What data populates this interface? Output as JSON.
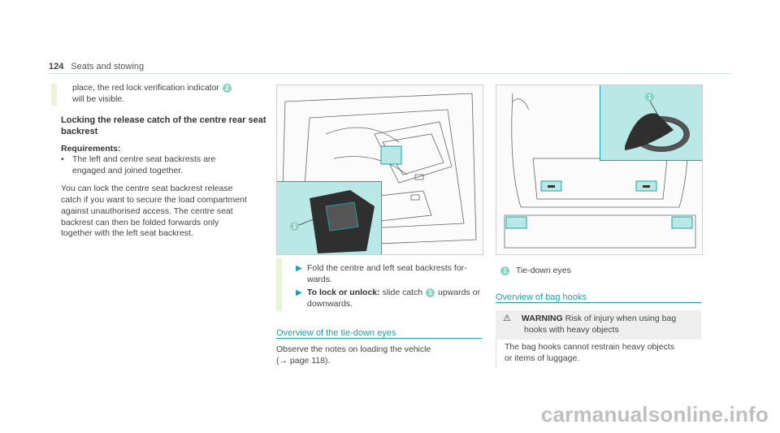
{
  "header": {
    "page_number": "124",
    "section": "Seats and stowing"
  },
  "col1": {
    "intro_line1": "place, the red lock verification indicator",
    "intro_badge": "2",
    "intro_line2": "will be visible.",
    "heading": "Locking the release catch of the centre rear seat backrest",
    "requirements_label": "Requirements:",
    "bullet_line1": "The left and centre seat backrests are",
    "bullet_line2": "engaged and joined together.",
    "para_lines": [
      "You can lock the centre seat backrest release",
      "catch if you want to secure the load compartment",
      "against unauthorised access. The centre seat",
      "backrest can then be folded forwards only",
      "together with the left seat backrest."
    ]
  },
  "col2": {
    "figure_badge": "1",
    "step1_line1": "Fold the centre and left seat backrests for-",
    "step1_line2": "wards.",
    "step2_label": "To lock or unlock:",
    "step2_text_a": " slide catch ",
    "step2_badge": "1",
    "step2_text_b": " upwards or",
    "step2_line2": "downwards.",
    "section_title": "Overview of the tie-down eyes",
    "observe_line1": "Observe the notes on loading the vehicle",
    "observe_line2": "(→ page 118)."
  },
  "col3": {
    "figure_badge": "1",
    "caption_badge": "1",
    "caption": "Tie-down eyes",
    "section_title": "Overview of bag hooks",
    "warning_label": "WARNING",
    "warning_text_line1": "Risk of injury when using bag",
    "warning_text_line2": "hooks with heavy objects",
    "warning_body_line1": "The bag hooks cannot restrain heavy objects",
    "warning_body_line2": "or items of luggage."
  },
  "watermark": "carmanualsonline.info",
  "colors": {
    "accent": "#1aa3a8",
    "bar": "#e8f4d8",
    "badge": "#8cd3c4",
    "highlight": "#b9e8e6"
  },
  "icons": [
    "warning-triangle-icon",
    "bullet-icon",
    "arrow-right-icon"
  ]
}
